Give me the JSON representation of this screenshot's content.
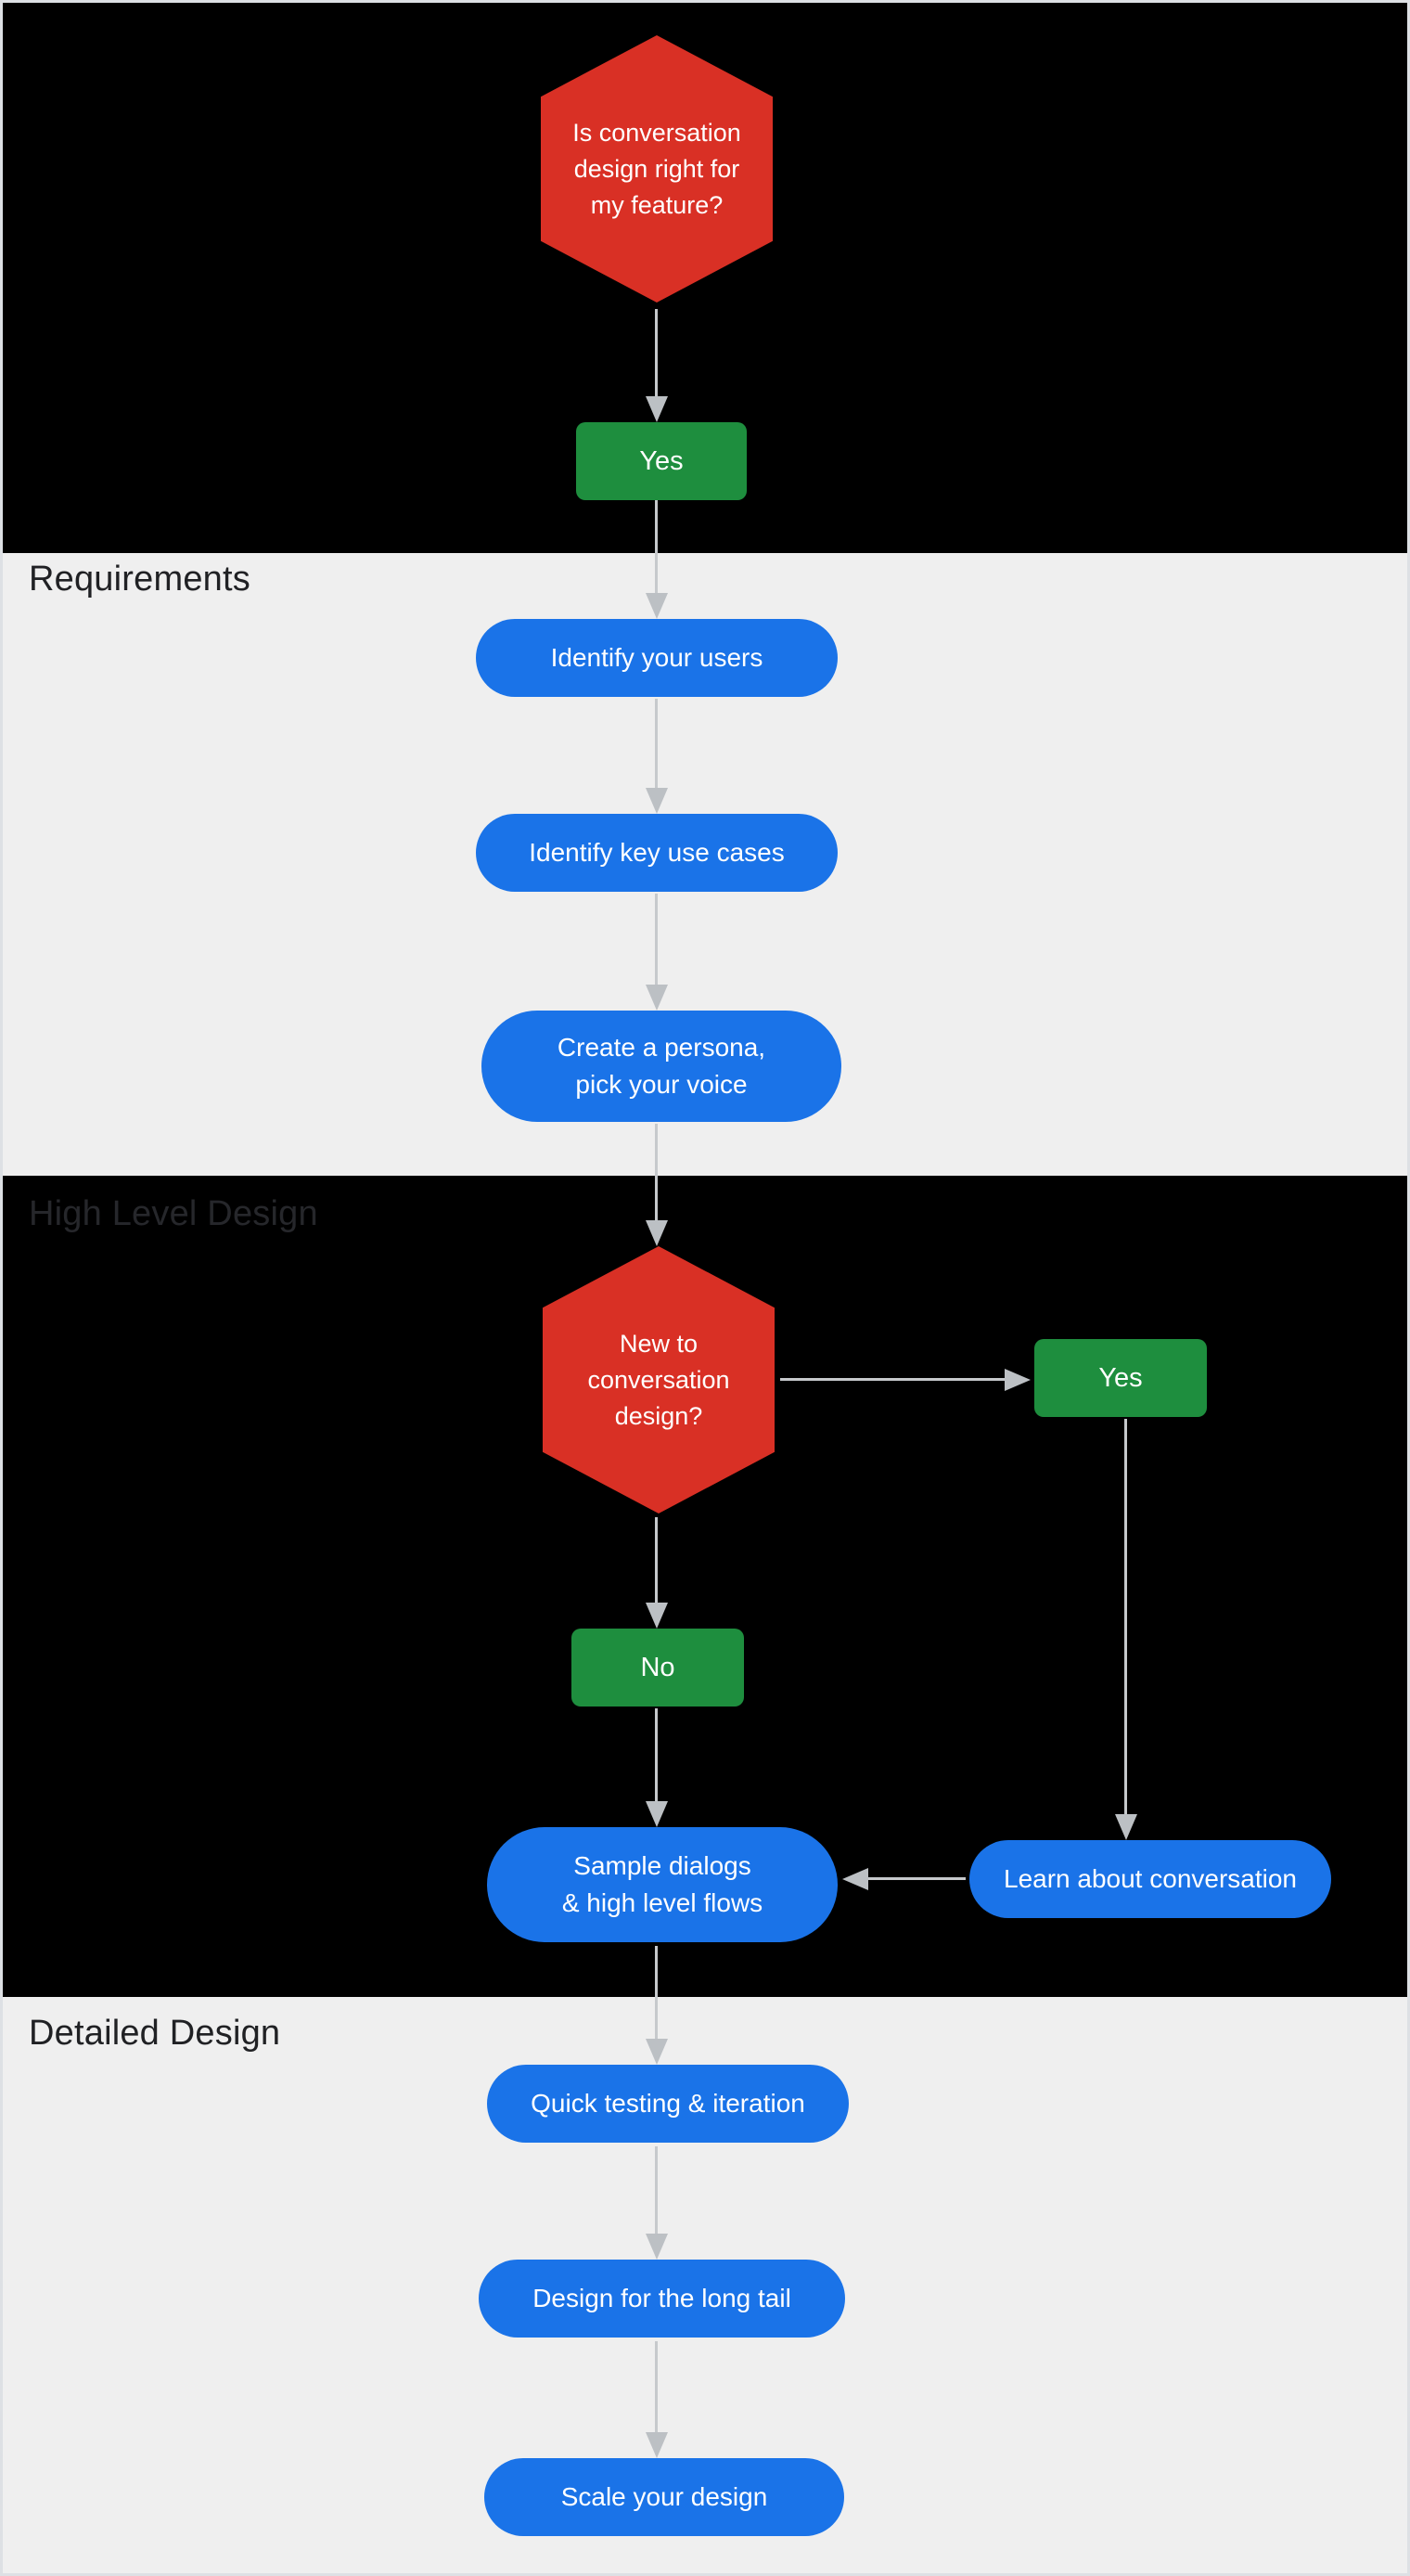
{
  "colors": {
    "section_black_bg": "#000000",
    "section_gray_bg": "#efefef",
    "page_border": "#dde0e4",
    "decision_red": "#d93025",
    "answer_green": "#1e8e3e",
    "step_blue": "#1a73e8",
    "arrow_gray": "#c6c9cc",
    "arrow_head": "#bcc0c4",
    "label_dark": "#202124",
    "label_on_black": "#26272b",
    "node_text": "#ffffff"
  },
  "sections": {
    "requirements": {
      "label": "Requirements"
    },
    "high_level_design": {
      "label": "High Level Design"
    },
    "detailed_design": {
      "label": "Detailed Design"
    }
  },
  "nodes": {
    "q_feature": {
      "lines": [
        "Is conversation",
        "design right for",
        "my feature?"
      ]
    },
    "yes_feature": {
      "label": "Yes"
    },
    "identify_users": {
      "label": "Identify your users"
    },
    "identify_use_cases": {
      "label": "Identify key use cases"
    },
    "create_persona": {
      "lines": [
        "Create a persona,",
        "pick your voice"
      ]
    },
    "q_new_to_cd": {
      "lines": [
        "New to",
        "conversation",
        "design?"
      ]
    },
    "yes_new": {
      "label": "Yes"
    },
    "no_new": {
      "label": "No"
    },
    "sample_dialogs": {
      "lines": [
        "Sample dialogs",
        "& high level flows"
      ]
    },
    "learn_conversation": {
      "label": "Learn about conversation"
    },
    "quick_testing": {
      "label": "Quick testing & iteration"
    },
    "long_tail": {
      "label": "Design for the long tail"
    },
    "scale_design": {
      "label": "Scale your design"
    }
  }
}
